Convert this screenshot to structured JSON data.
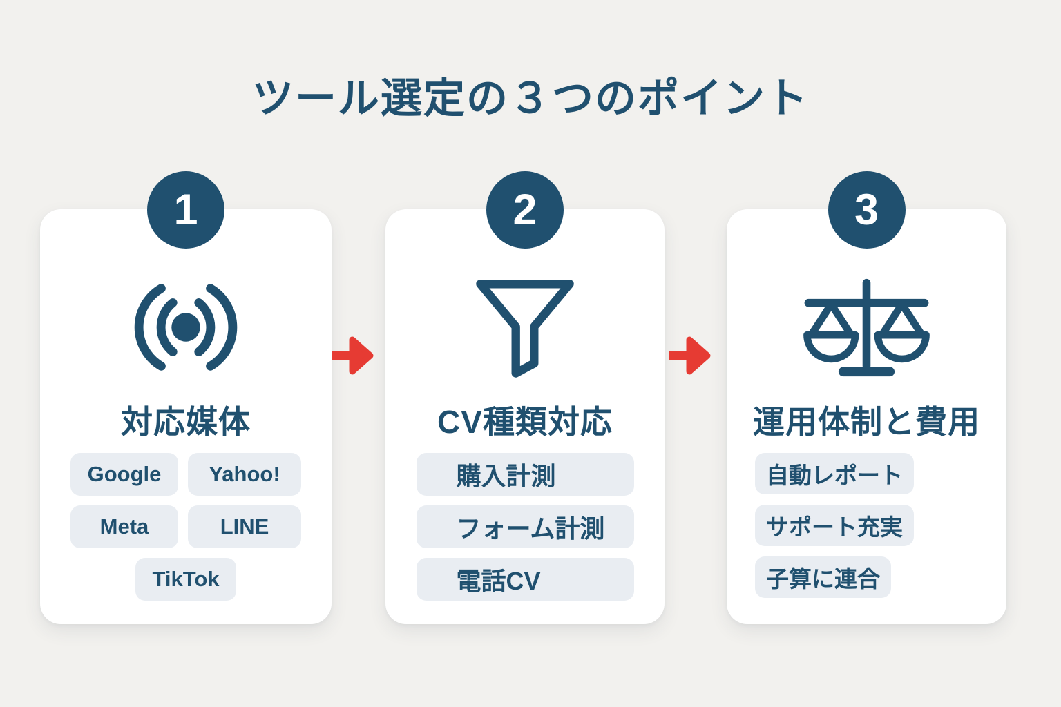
{
  "title": "ツール選定の３つのポイント",
  "colors": {
    "navy": "#20506f",
    "red": "#e63b33",
    "chip_bg": "#e9edf2",
    "card_bg": "#ffffff",
    "page_bg": "#f2f1ee"
  },
  "cards": [
    {
      "number": "1",
      "icon": "broadcast-icon",
      "heading": "対応媒体",
      "chips": [
        "Google",
        "Yahoo!",
        "Meta",
        "LINE",
        "TikTok"
      ]
    },
    {
      "number": "2",
      "icon": "funnel-icon",
      "heading": "CV種類対応",
      "chips": [
        "購入計測",
        "フォーム計測",
        "電話CV"
      ]
    },
    {
      "number": "3",
      "icon": "balance-scale-icon",
      "heading": "運用体制と費用",
      "chips": [
        "自動レポート",
        "サポート充実",
        "子算に連合"
      ]
    }
  ],
  "arrows": [
    {
      "icon": "arrow-right-icon",
      "direction": "right"
    },
    {
      "icon": "arrow-right-icon",
      "direction": "right"
    }
  ]
}
